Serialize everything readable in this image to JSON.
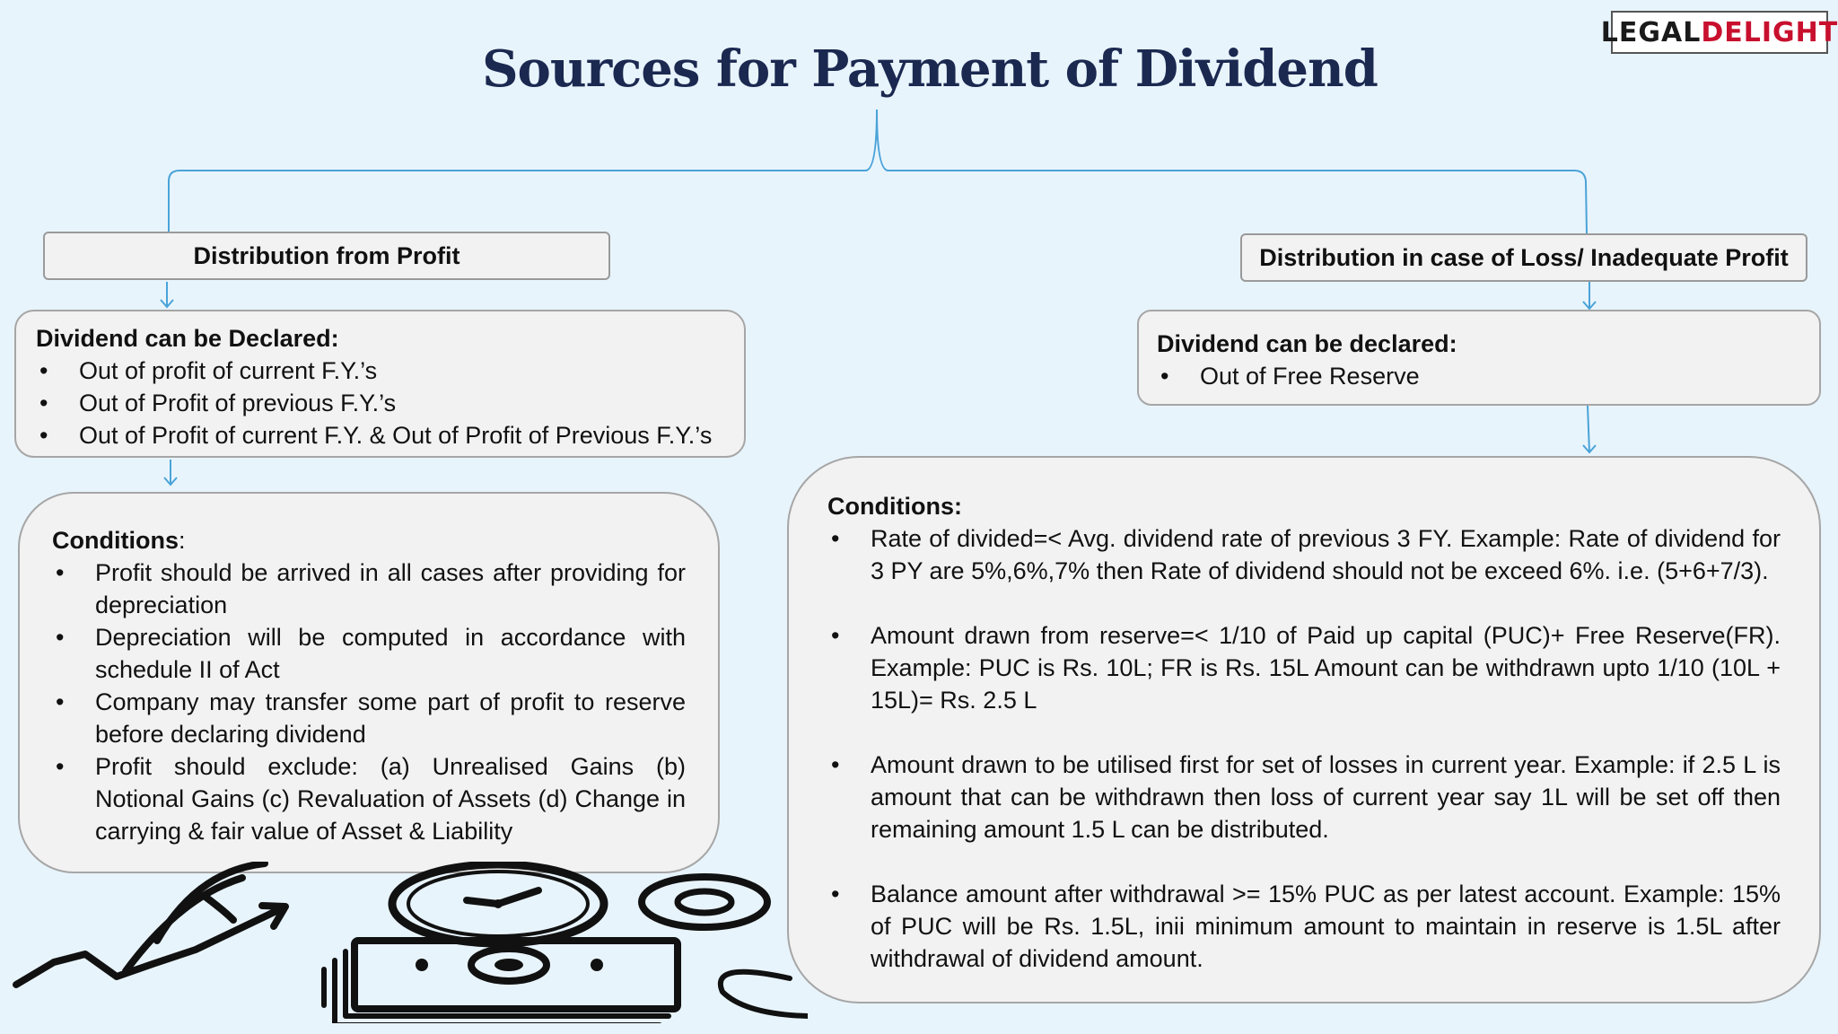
{
  "title": "Sources for Payment of Dividend",
  "logo": {
    "part1": "LEGAL",
    "part2": "DELIGHT"
  },
  "left": {
    "heading": "Distribution from Profit",
    "declared": {
      "title": "Dividend can be Declared:",
      "items": [
        "Out of profit of current F.Y.’s",
        "Out of Profit of previous F.Y.’s",
        "Out of Profit of current F.Y. & Out of Profit of Previous F.Y.’s"
      ]
    },
    "conditions": {
      "title": "Conditions",
      "title_suffix": ":",
      "items": [
        "Profit should be arrived in all cases after providing for depreciation",
        "Depreciation will be computed in accordance with schedule II of Act",
        "Company may transfer some part of profit to reserve before declaring dividend",
        "Profit should exclude:  (a) Unrealised Gains (b) Notional Gains (c) Revaluation of Assets (d) Change in carrying & fair value of Asset & Liability"
      ]
    }
  },
  "right": {
    "heading": "Distribution in case of Loss/ Inadequate Profit",
    "declared": {
      "title": "Dividend can be declared:",
      "items": [
        "Out of Free Reserve"
      ]
    },
    "conditions": {
      "title": "Conditions:",
      "items": [
        "Rate of divided=< Avg. dividend rate of previous 3 FY. Example: Rate of dividend for 3 PY are 5%,6%,7% then Rate of dividend should not be exceed 6%. i.e. (5+6+7/3).",
        "Amount drawn from reserve=< 1/10 of Paid up capital (PUC)+ Free Reserve(FR). Example: PUC is Rs. 10L; FR is Rs. 15L Amount can be withdrawn upto 1/10 (10L + 15L)= Rs. 2.5 L",
        "Amount drawn to be utilised first for set of losses in current year. Example: if 2.5 L is amount that can be withdrawn then loss of current year say 1L will be set off then remaining amount 1.5 L can be distributed.",
        "Balance amount after withdrawal >= 15% PUC as per latest account. Example: 15% of PUC will be Rs. 1.5L, inii minimum amount to maintain in reserve is 1.5L after withdrawal of dividend amount."
      ]
    }
  },
  "colors": {
    "title": "#1b2850",
    "connector": "#4aa3d8",
    "logo_red": "#c8102e",
    "background": "#e8f4fc"
  }
}
